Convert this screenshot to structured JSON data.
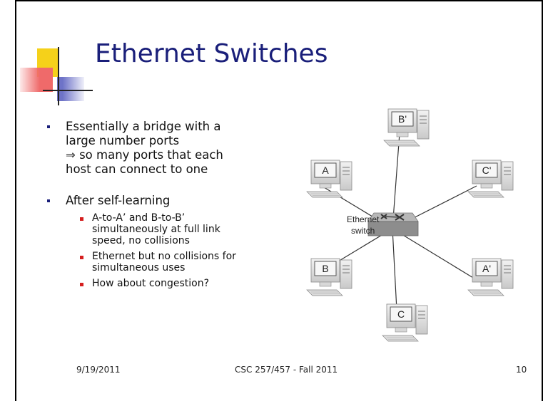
{
  "slide": {
    "title": "Ethernet Switches",
    "bullets": [
      {
        "lines": [
          "Essentially a bridge with a",
          "large number ports"
        ],
        "arrow_symbol": "⇒",
        "arrow_lines": [
          " so many ports that each",
          "host can connect to one"
        ]
      },
      {
        "text": "After self-learning",
        "subbullets": [
          {
            "lines": [
              "A-to-A’ and B-to-B’",
              "simultaneously at full link",
              "speed, no collisions"
            ]
          },
          {
            "lines": [
              "Ethernet but no collisions for",
              "simultaneous uses"
            ]
          },
          {
            "lines": [
              "How about congestion?"
            ]
          }
        ]
      }
    ]
  },
  "diagram": {
    "switch_label": [
      "Ethernet",
      "switch"
    ],
    "hosts": [
      {
        "label": "B'"
      },
      {
        "label": "A"
      },
      {
        "label": "C'"
      },
      {
        "label": "B"
      },
      {
        "label": "A'"
      },
      {
        "label": "C"
      }
    ]
  },
  "footer": {
    "date": "9/19/2011",
    "course": "CSC 257/457 - Fall 2011",
    "page": "10"
  }
}
